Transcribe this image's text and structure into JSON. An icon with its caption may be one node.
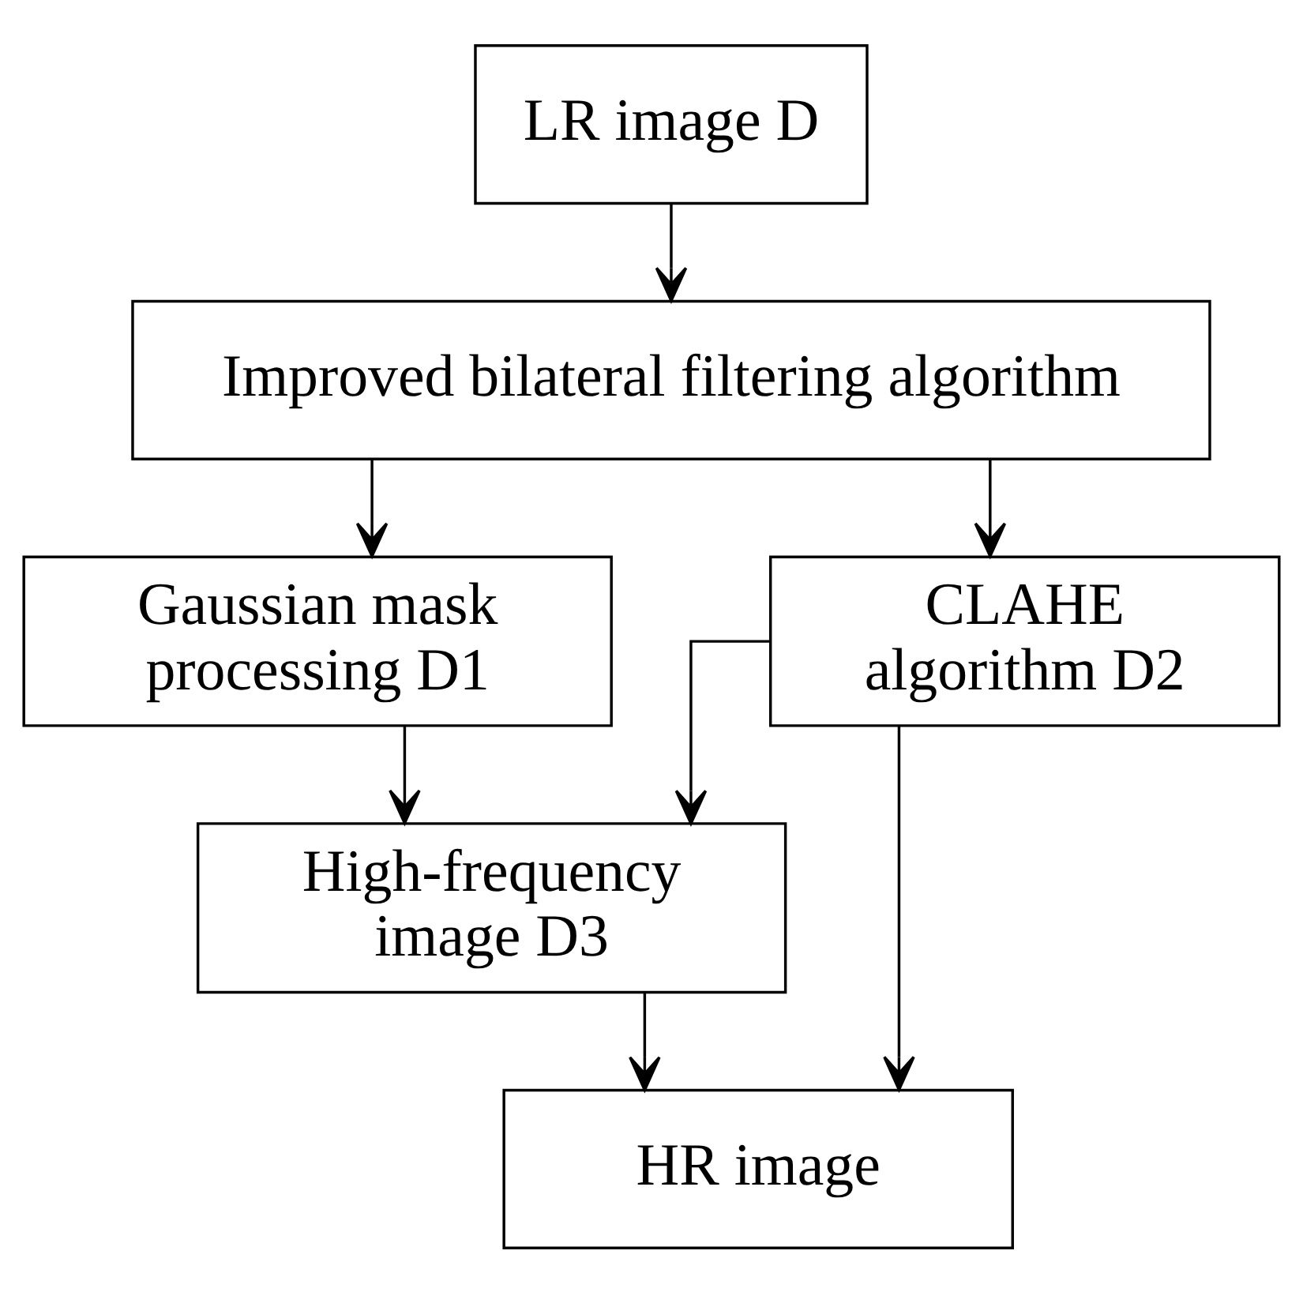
{
  "diagram": {
    "nodes": [
      {
        "text": [
          "LR image D"
        ]
      },
      {
        "text": [
          "Improved bilateral filtering algorithm"
        ]
      },
      {
        "text": [
          "Gaussian mask processing D1"
        ]
      },
      {
        "text": [
          "CLAHE algorithm D2"
        ]
      },
      {
        "text": [
          "High-frequency image D3"
        ]
      },
      {
        "text": [
          "HR image"
        ]
      }
    ],
    "edges": [
      {
        "from": 0,
        "to": 1,
        "arrow": "to"
      },
      {
        "from": 1,
        "to": 2,
        "arrow": "to"
      },
      {
        "from": 1,
        "to": 3,
        "arrow": "to"
      },
      {
        "from": 2,
        "to": 4,
        "arrow": "to"
      },
      {
        "from": 3,
        "to": 4,
        "arrow": "to"
      },
      {
        "from": 4,
        "to": 5,
        "arrow": "to"
      },
      {
        "from": 3,
        "to": 5,
        "arrow": "to"
      }
    ]
  }
}
